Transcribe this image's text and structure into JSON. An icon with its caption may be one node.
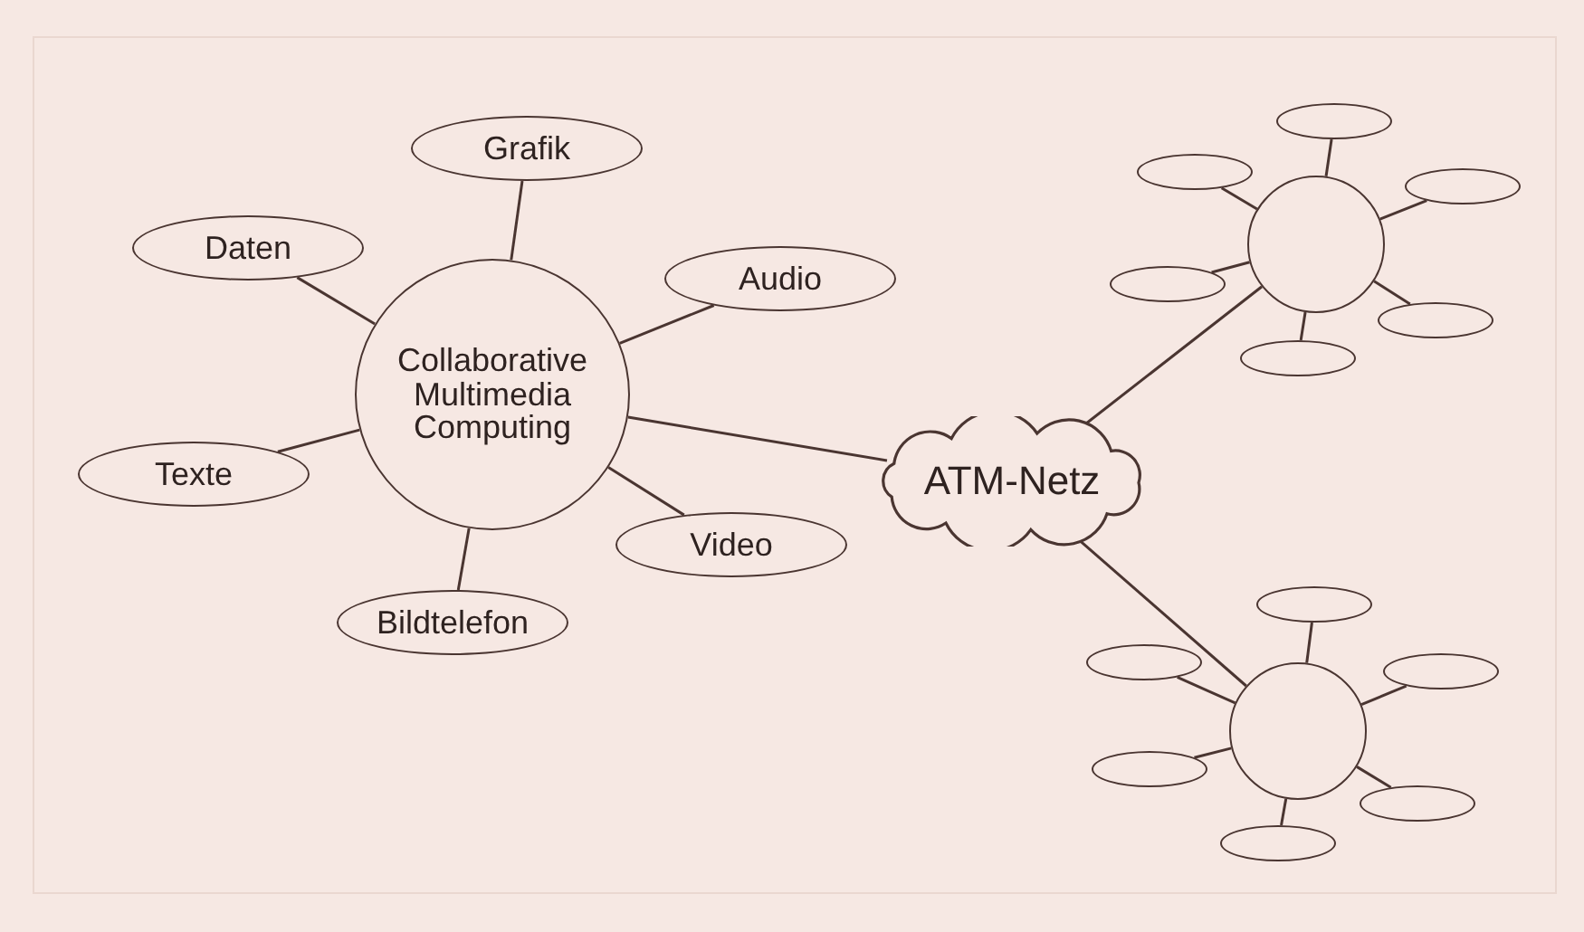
{
  "diagram": {
    "nodes": [
      {
        "text": [
          "Collaborative Multimedia Computing"
        ]
      },
      {
        "text": [
          "Grafik"
        ]
      },
      {
        "text": [
          "Daten"
        ]
      },
      {
        "text": [
          "Audio"
        ]
      },
      {
        "text": [
          "Texte"
        ]
      },
      {
        "text": [
          "Video"
        ]
      },
      {
        "text": [
          "Bildtelefon"
        ]
      },
      {
        "text": [
          "ATM-Netz"
        ]
      },
      {
        "text": [],
        "shape": "circle"
      },
      {
        "text": [],
        "shape": "ellipse"
      },
      {
        "text": [],
        "shape": "ellipse"
      },
      {
        "text": [],
        "shape": "ellipse"
      },
      {
        "text": [],
        "shape": "ellipse"
      },
      {
        "text": [],
        "shape": "ellipse"
      },
      {
        "text": [],
        "shape": "ellipse"
      },
      {
        "text": [],
        "shape": "circle"
      },
      {
        "text": [],
        "shape": "ellipse"
      },
      {
        "text": [],
        "shape": "ellipse"
      },
      {
        "text": [],
        "shape": "ellipse"
      },
      {
        "text": [],
        "shape": "ellipse"
      },
      {
        "text": [],
        "shape": "ellipse"
      },
      {
        "text": [],
        "shape": "ellipse"
      }
    ],
    "edges": [
      {
        "from": 0,
        "to": 1,
        "arrow": "none"
      },
      {
        "from": 0,
        "to": 2,
        "arrow": "none"
      },
      {
        "from": 0,
        "to": 3,
        "arrow": "none"
      },
      {
        "from": 0,
        "to": 4,
        "arrow": "none"
      },
      {
        "from": 0,
        "to": 5,
        "arrow": "none"
      },
      {
        "from": 0,
        "to": 6,
        "arrow": "none"
      },
      {
        "from": 0,
        "to": 7,
        "arrow": "none"
      },
      {
        "from": 7,
        "to": 8,
        "arrow": "none"
      },
      {
        "from": 7,
        "to": 15,
        "arrow": "none"
      },
      {
        "from": 8,
        "to": 9,
        "arrow": "none"
      },
      {
        "from": 8,
        "to": 10,
        "arrow": "none"
      },
      {
        "from": 8,
        "to": 11,
        "arrow": "none"
      },
      {
        "from": 8,
        "to": 12,
        "arrow": "none"
      },
      {
        "from": 8,
        "to": 13,
        "arrow": "none"
      },
      {
        "from": 8,
        "to": 14,
        "arrow": "none"
      },
      {
        "from": 15,
        "to": 16,
        "arrow": "none"
      },
      {
        "from": 15,
        "to": 17,
        "arrow": "none"
      },
      {
        "from": 15,
        "to": 18,
        "arrow": "none"
      },
      {
        "from": 15,
        "to": 19,
        "arrow": "none"
      },
      {
        "from": 15,
        "to": 20,
        "arrow": "none"
      },
      {
        "from": 15,
        "to": 21,
        "arrow": "none"
      }
    ]
  }
}
